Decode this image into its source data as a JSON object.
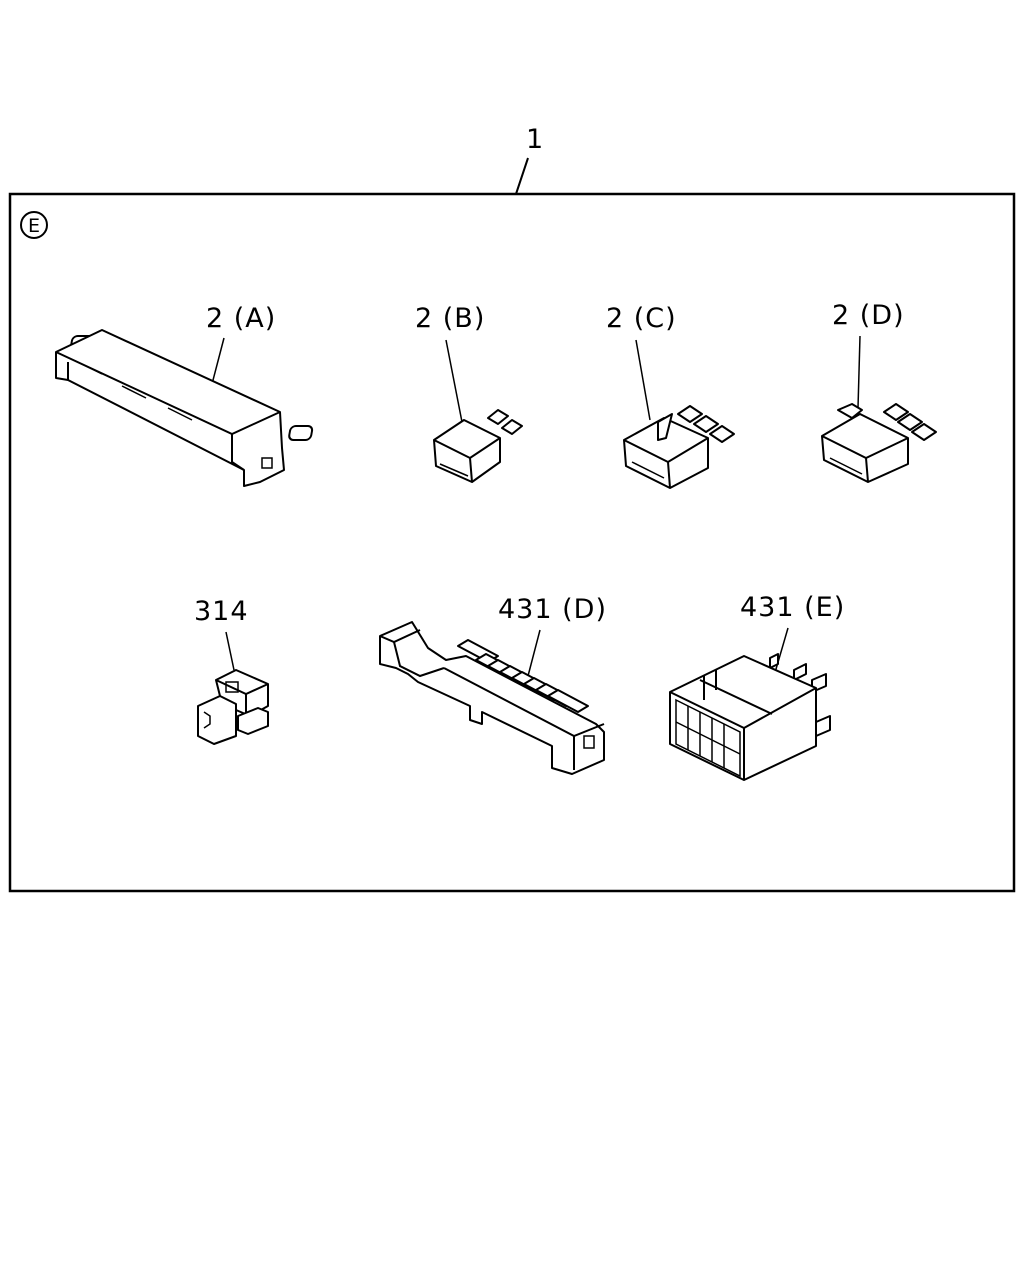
{
  "assembly_label": "1",
  "view_marker": "E",
  "parts": {
    "p2a": "2 (A)",
    "p2b": "2 (B)",
    "p2c": "2 (C)",
    "p2d": "2 (D)",
    "p314": "314",
    "p431d": "431 (D)",
    "p431e": "431 (E)"
  }
}
